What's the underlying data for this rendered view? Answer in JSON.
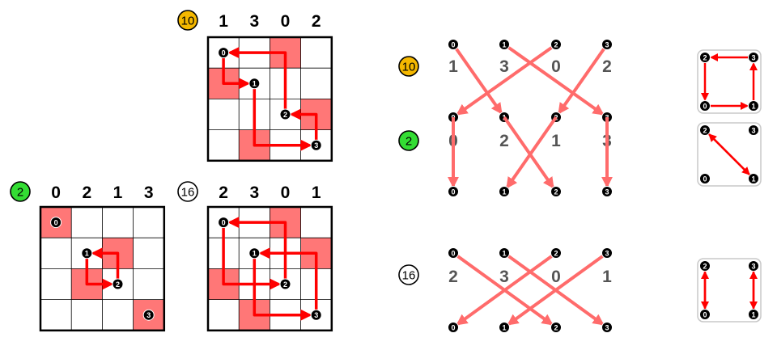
{
  "nodes": [
    "0",
    "1",
    "2",
    "3"
  ],
  "colors": {
    "shade": "#ff7777",
    "grid_arrow": "#ff0000",
    "mid_arrow": "#ff6b6b",
    "node": "#000000"
  },
  "panels": [
    {
      "badge": "10",
      "badge_color": "#f5b800",
      "header": [
        "1",
        "3",
        "0",
        "2"
      ],
      "perm": [
        1,
        3,
        0,
        2
      ]
    },
    {
      "badge": "2",
      "badge_color": "#33dd33",
      "header": [
        "0",
        "2",
        "1",
        "3"
      ],
      "perm": [
        0,
        2,
        1,
        3
      ]
    },
    {
      "badge": "16",
      "badge_color": "#ffffff",
      "header": [
        "2",
        "3",
        "0",
        "1"
      ],
      "perm": [
        2,
        3,
        0,
        1
      ]
    }
  ]
}
